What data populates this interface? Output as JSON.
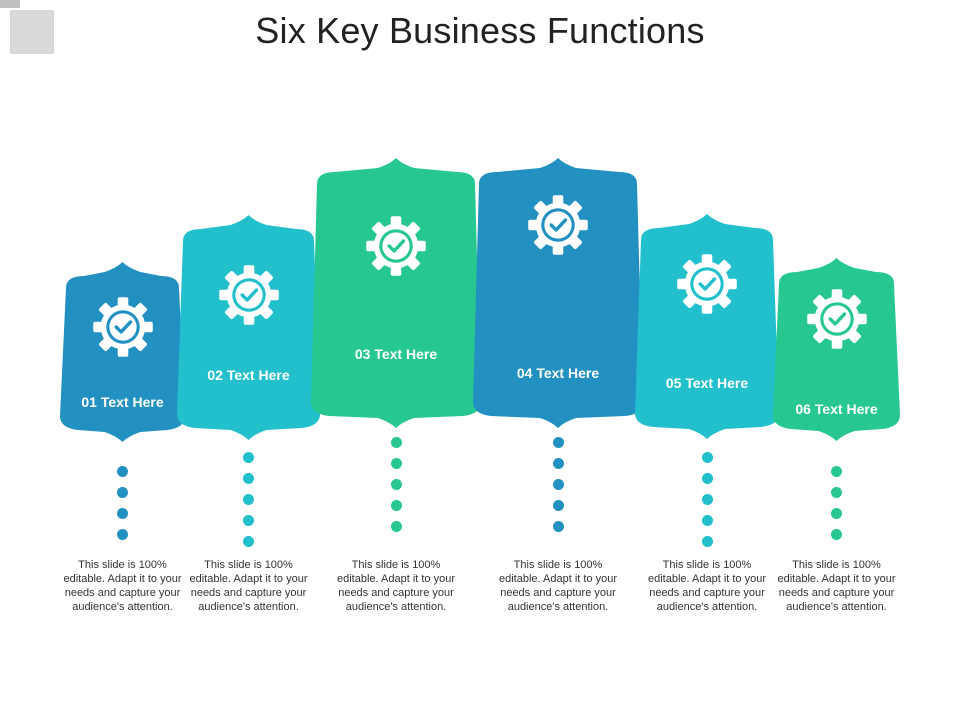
{
  "slide": {
    "title": "Six Key Business Functions"
  },
  "colors": {
    "blue_dark": "#2290c0",
    "teal": "#22bfcc",
    "green": "#27c890"
  },
  "items": [
    {
      "label": "01 Text Here",
      "description": "This slide is 100% editable. Adapt it to your needs and capture your audience's attention.",
      "color": "#2290c0",
      "icon": "gear-check-icon"
    },
    {
      "label": "02 Text Here",
      "description": "This slide is 100% editable. Adapt it to your needs and capture your audience's attention.",
      "color": "#22bfcc",
      "icon": "gear-check-icon"
    },
    {
      "label": "03 Text Here",
      "description": "This slide is 100% editable. Adapt it to your needs and capture your audience's attention.",
      "color": "#27c890",
      "icon": "gear-check-icon"
    },
    {
      "label": "04 Text Here",
      "description": "This slide is 100% editable. Adapt it to your needs and capture your audience's attention.",
      "color": "#2290c0",
      "icon": "gear-check-icon"
    },
    {
      "label": "05 Text Here",
      "description": "This slide is 100% editable. Adapt it to your needs and capture your audience's attention.",
      "color": "#22bfcc",
      "icon": "gear-check-icon"
    },
    {
      "label": "06 Text Here",
      "description": "This slide is 100% editable. Adapt it to your needs and capture your audience's attention.",
      "color": "#27c890",
      "icon": "gear-check-icon"
    }
  ]
}
